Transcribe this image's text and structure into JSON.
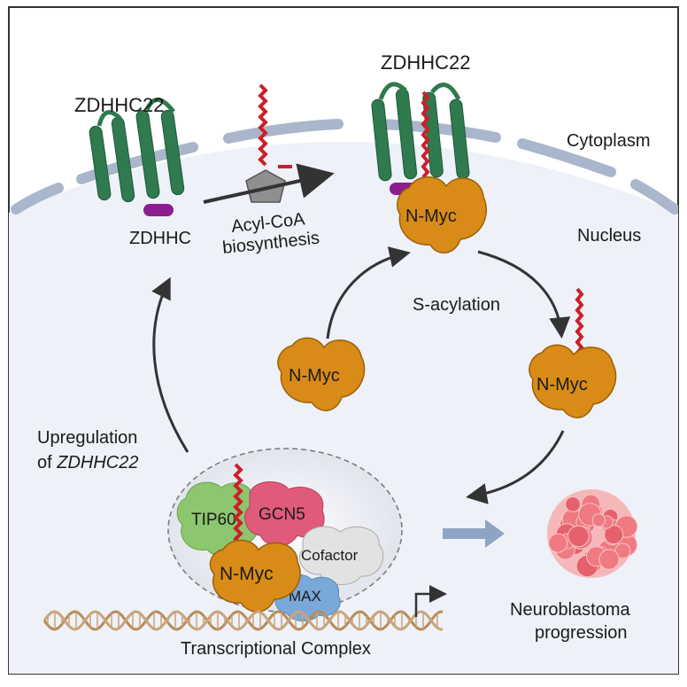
{
  "labels": {
    "zdhhc22_left": "ZDHHC22",
    "zdhhc22_right": "ZDHHC22",
    "zdhhc_motif": "ZDHHC",
    "cytoplasm": "Cytoplasm",
    "nucleus": "Nucleus",
    "acyl_coa_line1": "Acyl-CoA",
    "acyl_coa_line2": "biosynthesis",
    "s_acylation": "S-acylation",
    "nmyc_membrane": "N-Myc",
    "nmyc_free": "N-Myc",
    "nmyc_acylated": "N-Myc",
    "nmyc_complex": "N-Myc",
    "upregulation_line1": "Upregulation",
    "upregulation_line2_prefix": "of ",
    "upregulation_gene": "ZDHHC22",
    "tip60": "TIP60",
    "gcn5": "GCN5",
    "cofactor": "Cofactor",
    "max": "MAX",
    "transcriptional_complex": "Transcriptional Complex",
    "neuroblastoma_line1": "Neuroblastoma",
    "neuroblastoma_line2": "progression"
  },
  "colors": {
    "frame": "#333333",
    "background": "#ffffff",
    "nucleus_fill": "#eef1f7",
    "envelope": "#a9b6cb",
    "tm_helix": "#2f7a4e",
    "dhhc_motif": "#8b1e8e",
    "nmyc": "#d88c17",
    "nmyc_edge": "#9c5e0a",
    "acyl_chain": "#cc1f2a",
    "pentagon": "#8f8f8f",
    "arrow": "#333333",
    "tip60": "#8cc66e",
    "gcn5": "#e05a79",
    "cofactor": "#e2e2e2",
    "max": "#7aa8d8",
    "dna_strand": "#b98a57",
    "tumor": "#f27c82",
    "wide_arrow": "#8fa3c4"
  },
  "icons": {
    "membrane_protein": "seven-helix-transmembrane-icon",
    "fatty_acid": "wavy-acyl-chain-icon",
    "acyl_coa": "pentagon-icon",
    "tumor": "cell-cluster-icon",
    "promoter": "transcription-start-arrow-icon",
    "dna": "double-helix-icon"
  }
}
